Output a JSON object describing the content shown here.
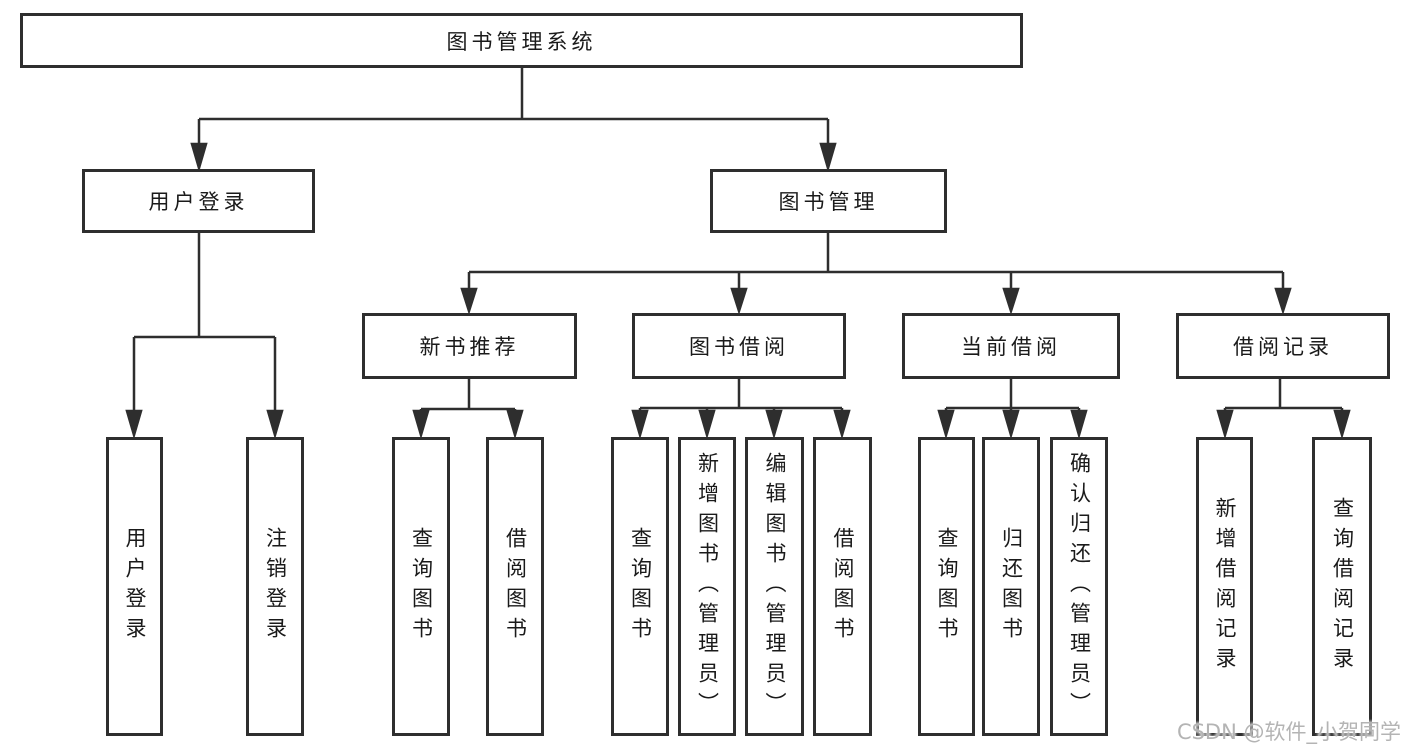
{
  "diagram_title": "图书管理系统",
  "tree": {
    "label": "图书管理系统",
    "children": [
      {
        "label": "用户登录",
        "children": [
          {
            "label": "用户登录"
          },
          {
            "label": "注销登录"
          }
        ]
      },
      {
        "label": "图书管理",
        "children": [
          {
            "label": "新书推荐",
            "children": [
              {
                "label": "查询图书"
              },
              {
                "label": "借阅图书"
              }
            ]
          },
          {
            "label": "图书借阅",
            "children": [
              {
                "label": "查询图书"
              },
              {
                "label": "新增图书（管理员）"
              },
              {
                "label": "编辑图书（管理员）"
              },
              {
                "label": "借阅图书"
              }
            ]
          },
          {
            "label": "当前借阅",
            "children": [
              {
                "label": "查询图书"
              },
              {
                "label": "归还图书"
              },
              {
                "label": "确认归还（管理员）"
              }
            ]
          },
          {
            "label": "借阅记录",
            "children": [
              {
                "label": "新增借阅记录"
              },
              {
                "label": "查询借阅记录"
              }
            ]
          }
        ]
      }
    ]
  },
  "watermark": "CSDN @软件_小贺同学",
  "colors": {
    "line": "#2e2e2e",
    "box_border": "#2e2e2e",
    "text": "#1a1a1a",
    "watermark": "#b4b4b4",
    "background": "#ffffff"
  }
}
